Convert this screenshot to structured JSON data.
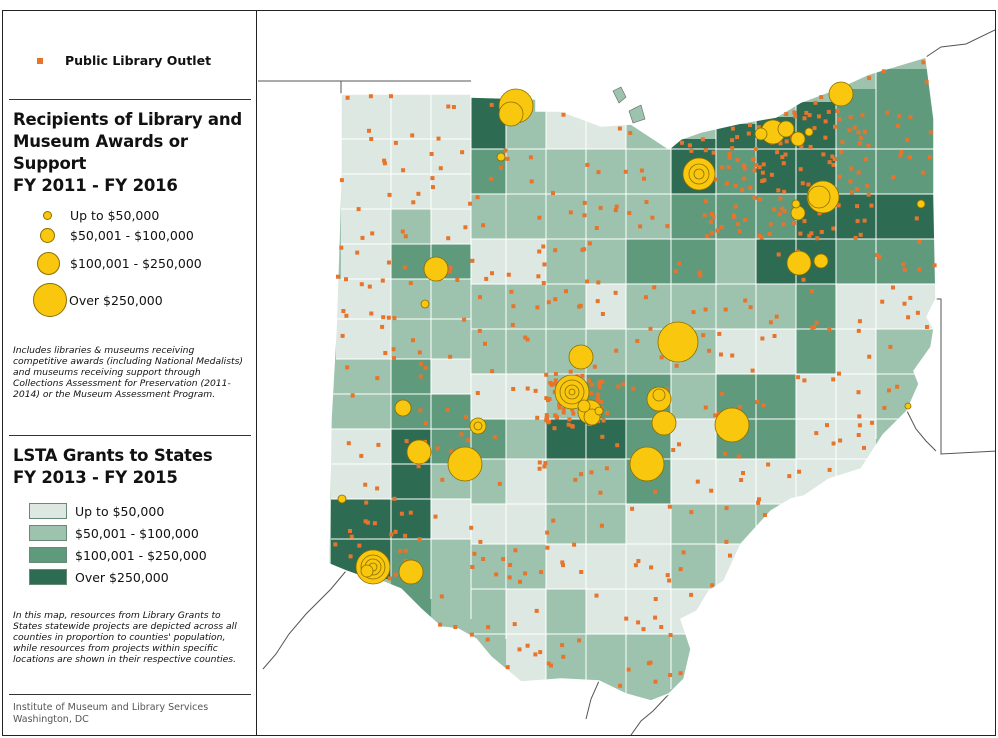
{
  "legend": {
    "outlet_label": "Public Library Outlet",
    "awards_title": [
      "Recipients of Library and",
      "Museum Awards or",
      "Support",
      "FY 2011 - FY 2016"
    ],
    "award_sizes": [
      {
        "label": "Up to $50,000"
      },
      {
        "label": "$50,001 - $100,000"
      },
      {
        "label": "$100,001 - $250,000"
      },
      {
        "label": "Over $250,000"
      }
    ],
    "awards_note": "Includes libraries & museums receiving competitive awards (including National Medalists) and museums receiving support through Collections Assessment for Preservation (2011-2014) or the Museum Assessment Program.",
    "lsta_title": [
      "LSTA Grants to States",
      "FY 2013 - FY 2015"
    ],
    "lsta_classes": [
      {
        "label": "Up to $50,000",
        "color": "#dde8e2"
      },
      {
        "label": "$50,001 - $100,000",
        "color": "#9dc3ae"
      },
      {
        "label": "$100,001 - $250,000",
        "color": "#5f9a7d"
      },
      {
        "label": "Over $250,000",
        "color": "#2d6b52"
      }
    ],
    "lsta_note": "In this map, resources from Library Grants to States statewide projects are depicted across all counties in proportion to counties' population, while resources from projects within specific locations are shown in their respective counties.",
    "credit": [
      "Institute of Museum and Library Services",
      "Washington, DC"
    ]
  },
  "colors": {
    "outlet": "#e8742c",
    "award_fill": "#f9c80e",
    "award_stroke": "#8a6d00",
    "lake": "#ffffff",
    "county_border": "#ffffff"
  }
}
